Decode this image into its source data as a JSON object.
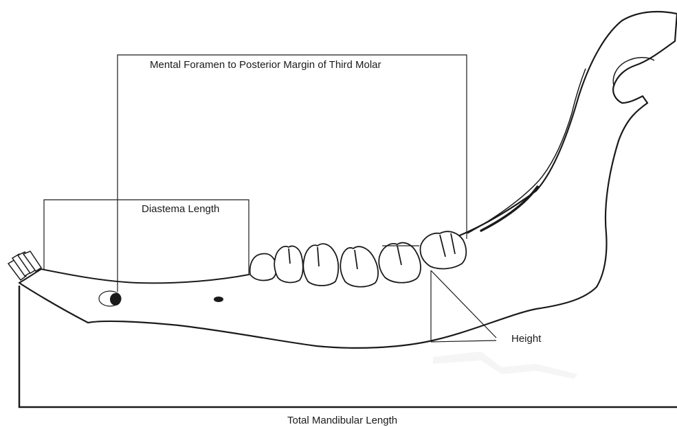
{
  "labels": {
    "mental_foramen": "Mental Foramen to Posterior Margin of Third Molar",
    "diastema": "Diastema Length",
    "height": "Height",
    "total": "Total Mandibular Length"
  },
  "colors": {
    "ink": "#1a1a1a",
    "background": "#ffffff",
    "bone_shade": "#d9d9d9"
  }
}
